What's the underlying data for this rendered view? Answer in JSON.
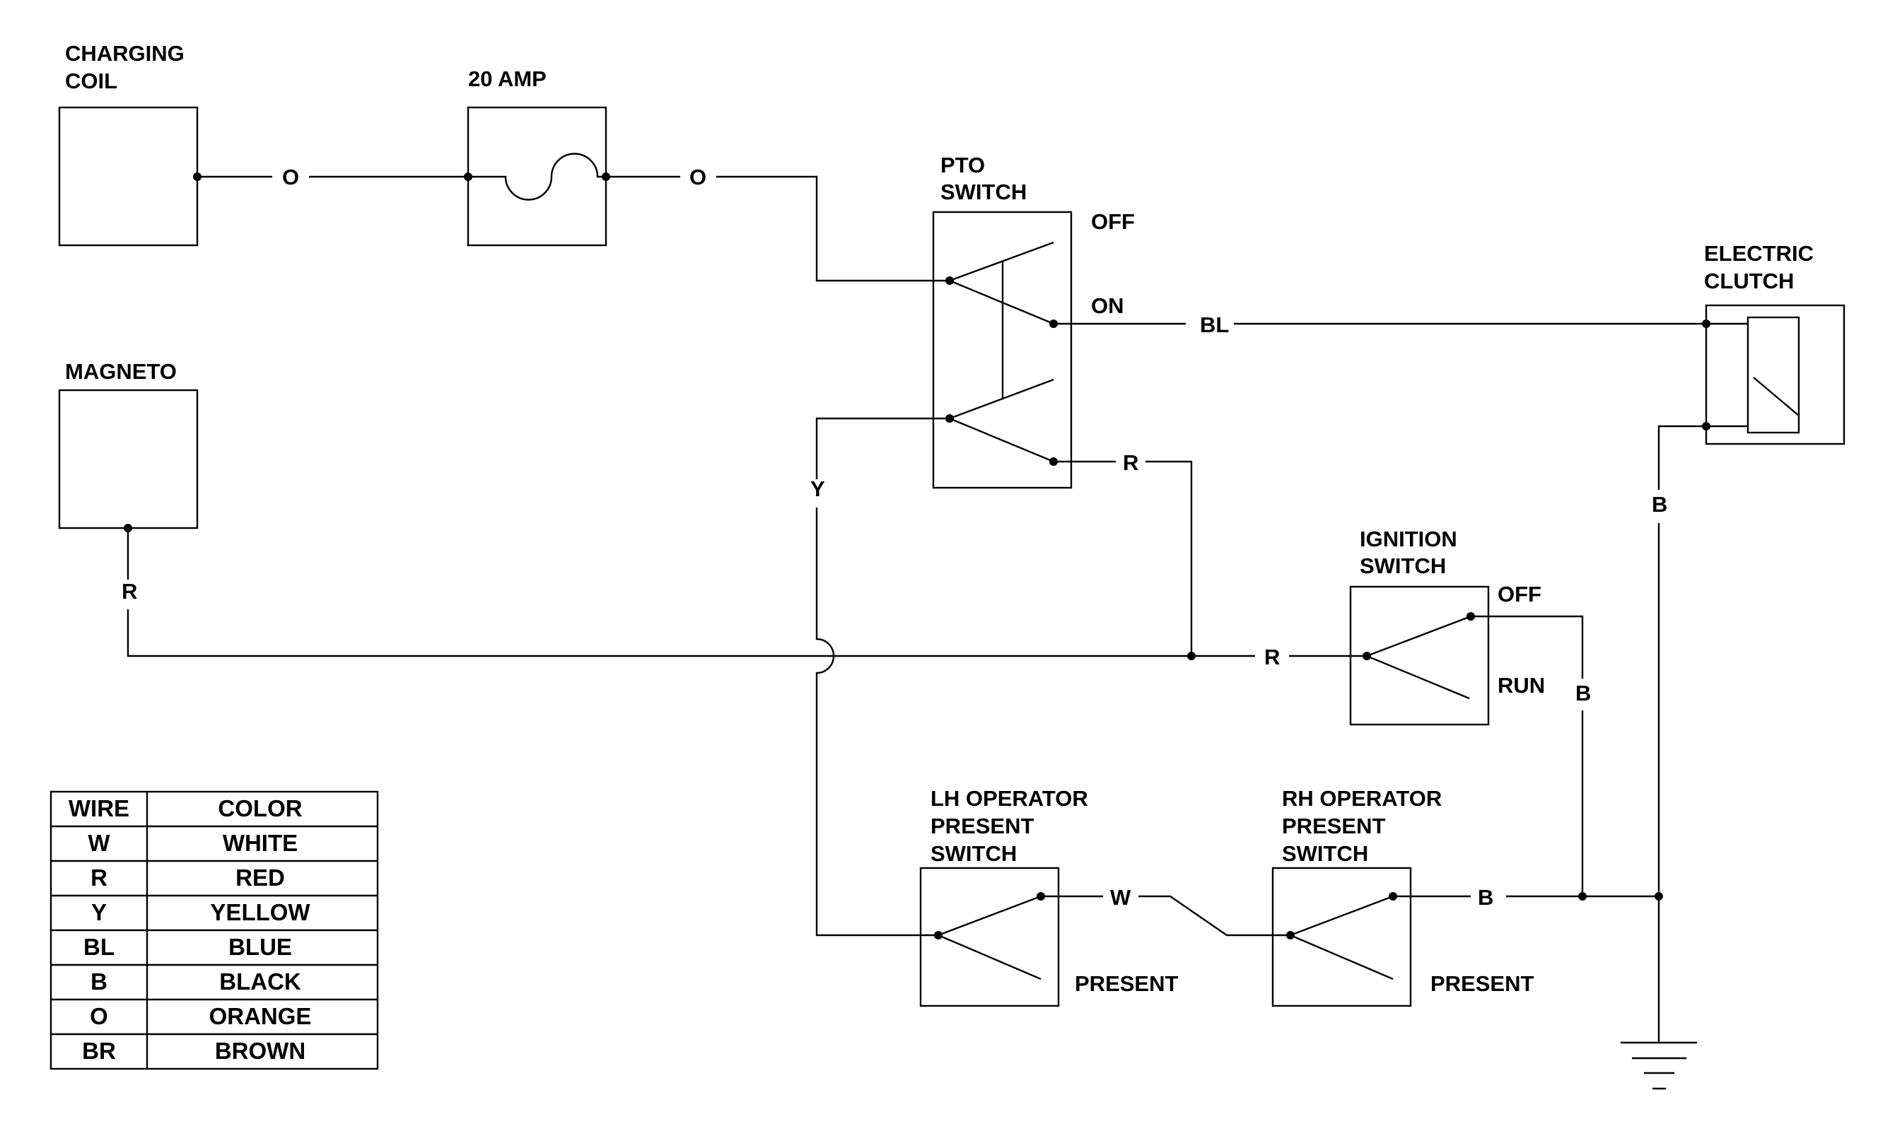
{
  "components": {
    "charging_coil": {
      "line1": "CHARGING",
      "line2": "COIL"
    },
    "fuse": {
      "label": "20 AMP"
    },
    "pto_switch": {
      "line1": "PTO",
      "line2": "SWITCH",
      "off": "OFF",
      "on": "ON"
    },
    "magneto": {
      "label": "MAGNETO"
    },
    "electric_clutch": {
      "line1": "ELECTRIC",
      "line2": "CLUTCH"
    },
    "ignition_switch": {
      "line1": "IGNITION",
      "line2": "SWITCH",
      "off": "OFF",
      "run": "RUN"
    },
    "lh_switch": {
      "line1": "LH OPERATOR",
      "line2": "PRESENT",
      "line3": "SWITCH",
      "state": "PRESENT"
    },
    "rh_switch": {
      "line1": "RH OPERATOR",
      "line2": "PRESENT",
      "line3": "SWITCH",
      "state": "PRESENT"
    }
  },
  "wires": {
    "coil_fuse": "O",
    "fuse_pto": "O",
    "pto_clutch": "BL",
    "pto_r": "R",
    "pto_y": "Y",
    "magneto": "R",
    "ign_in": "R",
    "ign_out": "B",
    "clutch_ground": "B",
    "lh_rh": "W",
    "rh_out": "B"
  },
  "legend": {
    "headers": [
      "WIRE",
      "COLOR"
    ],
    "rows": [
      [
        "W",
        "WHITE"
      ],
      [
        "R",
        "RED"
      ],
      [
        "Y",
        "YELLOW"
      ],
      [
        "BL",
        "BLUE"
      ],
      [
        "B",
        "BLACK"
      ],
      [
        "O",
        "ORANGE"
      ],
      [
        "BR",
        "BROWN"
      ]
    ]
  }
}
